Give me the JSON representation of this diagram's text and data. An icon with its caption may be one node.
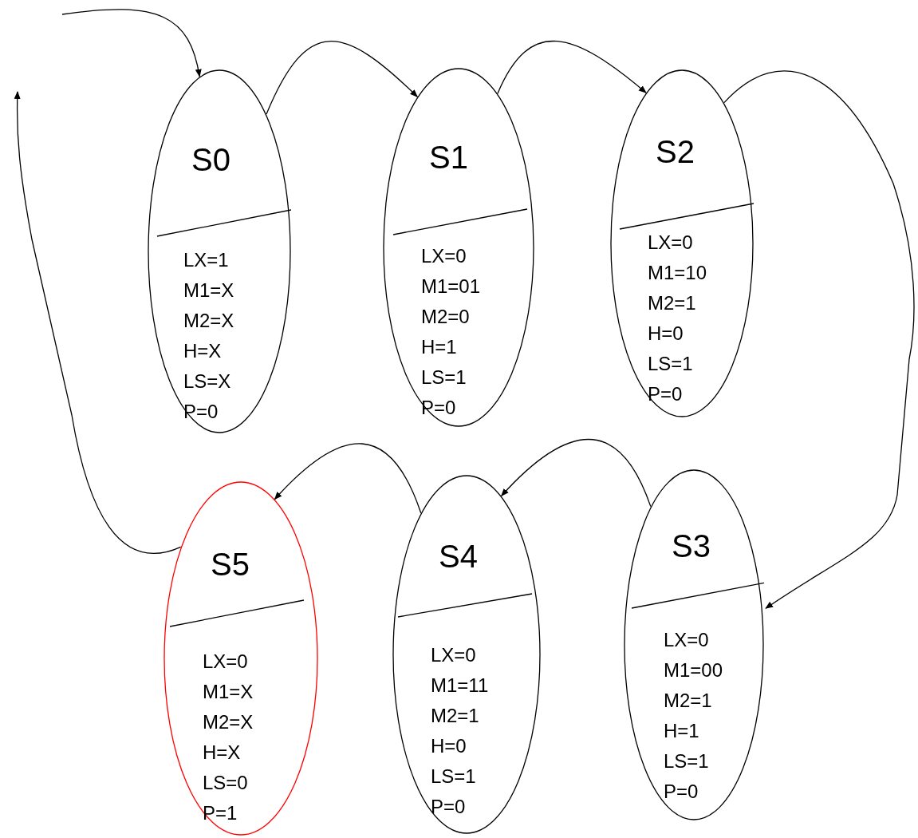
{
  "diagram": {
    "nodes": [
      {
        "text": [
          "S0",
          "LX=1",
          "M1=X",
          "M2=X",
          "H=X",
          "LS=X",
          "P=0"
        ]
      },
      {
        "text": [
          "S1",
          "LX=0",
          "M1=01",
          "M2=0",
          "H=1",
          "LS=1",
          "P=0"
        ]
      },
      {
        "text": [
          "S2",
          "LX=0",
          "M1=10",
          "M2=1",
          "H=0",
          "LS=1",
          "P=0"
        ]
      },
      {
        "text": [
          "S3",
          "LX=0",
          "M1=00",
          "M2=1",
          "H=1",
          "LS=1",
          "P=0"
        ]
      },
      {
        "text": [
          "S4",
          "LX=0",
          "M1=11",
          "M2=1",
          "H=0",
          "LS=1",
          "P=0"
        ]
      },
      {
        "text": [
          "S5",
          "LX=0",
          "M1=X",
          "M2=X",
          "H=X",
          "LS=0",
          "P=1"
        ]
      }
    ],
    "edges": [
      {
        "from": null,
        "to": 0,
        "arrow": "to"
      },
      {
        "from": 0,
        "to": 1,
        "arrow": "to"
      },
      {
        "from": 1,
        "to": 2,
        "arrow": "to"
      },
      {
        "from": 2,
        "to": 3,
        "arrow": "to"
      },
      {
        "from": 3,
        "to": 4,
        "arrow": "to"
      },
      {
        "from": 4,
        "to": 5,
        "arrow": "to"
      },
      {
        "from": 5,
        "to": null,
        "arrow": "to"
      }
    ]
  }
}
